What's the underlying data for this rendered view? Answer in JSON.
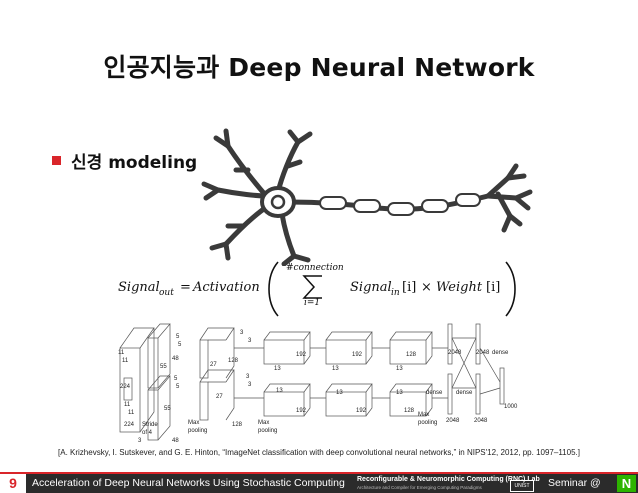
{
  "slide": {
    "title": "인공지능과 Deep Neural Network",
    "bullet": "신경 modeling",
    "formula": {
      "lhs": "Signal",
      "lhs_sub": "out",
      "func": "Activation",
      "sum_top": "#connection",
      "sum_bottom": "i=1",
      "term1": "Signal",
      "term1_sub": "in",
      "idx": "[i]",
      "times": "×",
      "term2": "Weight"
    },
    "citation": "[A. Krizhevsky, I. Sutskever, and G. E. Hinton, “ImageNet classification with deep convolutional neural networks,” in NIPS'12, 2012, pp. 1097–1105.]"
  },
  "cnn": {
    "labels": {
      "l224a": "224",
      "l224b": "224",
      "l3": "3",
      "l11a": "11",
      "l11b": "11",
      "l11c": "11",
      "l11d": "11",
      "stride": "Stride",
      "of4": "of 4",
      "l55a": "55",
      "l55b": "55",
      "l5a": "5",
      "l5b": "5",
      "l5c": "5",
      "l5d": "5",
      "l48a": "48",
      "l48b": "48",
      "maxpool1a": "Max",
      "maxpool1b": "pooling",
      "l27a": "27",
      "l27b": "27",
      "l128a": "128",
      "l128b": "128",
      "maxpool2a": "Max",
      "maxpool2b": "pooling",
      "l3a": "3",
      "l3b": "3",
      "l3c": "3",
      "l3d": "3",
      "l192a": "192",
      "l192b": "192",
      "l13a": "13",
      "l13b": "13",
      "l192c": "192",
      "l192d": "192",
      "l13c": "13",
      "l13d": "13",
      "l128c": "128",
      "l128d": "128",
      "l13e": "13",
      "l13f": "13",
      "maxpool3a": "Max",
      "maxpool3b": "pooling",
      "l2048a": "2048",
      "l2048b": "2048",
      "l2048c": "2048",
      "l2048d": "2048",
      "dense1": "dense",
      "dense2": "dense",
      "dense3": "dense",
      "l1000": "1000"
    }
  },
  "footer": {
    "page_number": "9",
    "text": "Acceleration of Deep Neural Networks Using Stochastic Computing",
    "lab": "Reconfigurable & Neuromorphic Computing (RNC) Lab",
    "lab_sub": "Architecture and Compiler for Emerging Computing Paradigms",
    "university": "UNIST",
    "seminar": "Seminar @",
    "logo": "N"
  }
}
